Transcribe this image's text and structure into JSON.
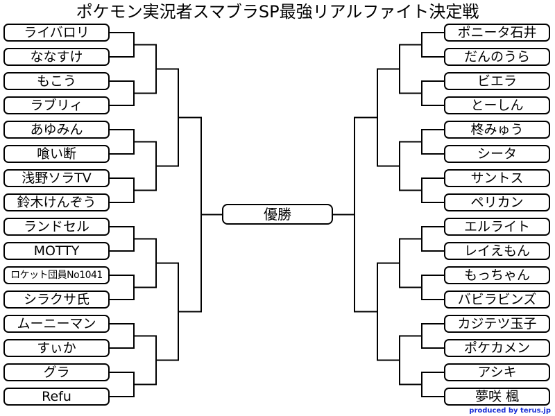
{
  "title": "ポケモン実況者スマブラSP最強リアルファイト決定戦",
  "champion_label": "優勝",
  "credit": "produced by terus.jp",
  "left_players": [
    "ライバロリ",
    "ななすけ",
    "もこう",
    "ラブリィ",
    "あゆみん",
    "喰い断",
    "浅野ソラTV",
    "鈴木けんぞう",
    "ランドセル",
    "MOTTY",
    "ロケット団員No1041",
    "シラクサ氏",
    "ムーニーマン",
    "すぃか",
    "グラ",
    "Refu"
  ],
  "right_players": [
    "ポニータ石井",
    "だんのうら",
    "ビエラ",
    "とーしん",
    "柊みゅう",
    "シータ",
    "サントス",
    "ペリカン",
    "エルライト",
    "レイえもん",
    "もっちゃん",
    "バビラビンズ",
    "カジテツ玉子",
    "ポケカメン",
    "アシキ",
    "夢咲 楓"
  ],
  "colors": {
    "line": "#000000",
    "credit": "#1a2fd6"
  }
}
